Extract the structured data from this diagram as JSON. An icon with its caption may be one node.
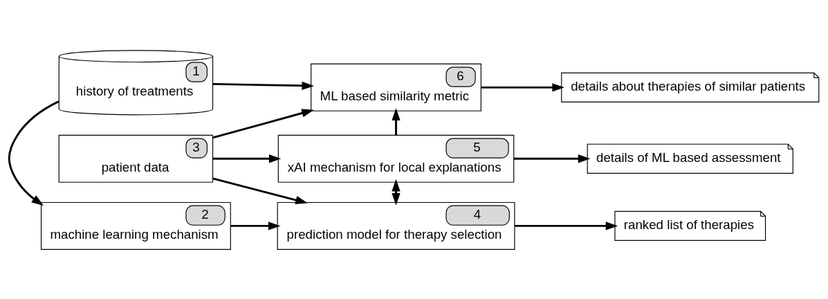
{
  "diagram": {
    "nodes": [
      {
        "text": [
          "1",
          "history of treatments"
        ]
      },
      {
        "text": [
          "2",
          "machine learning mechanism"
        ]
      },
      {
        "text": [
          "3",
          "patient data"
        ]
      },
      {
        "text": [
          "4",
          "prediction model for therapy selection"
        ]
      },
      {
        "text": [
          "5",
          "xAI mechanism for local explanations"
        ]
      },
      {
        "text": [
          "6",
          "ML based similarity metric"
        ]
      },
      {
        "text": [
          "ranked list of therapies"
        ]
      },
      {
        "text": [
          "details of ML based assessment"
        ]
      },
      {
        "text": [
          "details about therapies of similar patients"
        ]
      }
    ],
    "edges": [
      {
        "from": 0,
        "to": 1,
        "arrow": "to"
      },
      {
        "from": 1,
        "to": 3,
        "arrow": "to"
      },
      {
        "from": 2,
        "to": 3,
        "arrow": "to"
      },
      {
        "from": 2,
        "to": 4,
        "arrow": "to"
      },
      {
        "from": 2,
        "to": 5,
        "arrow": "to"
      },
      {
        "from": 0,
        "to": 5,
        "arrow": "to"
      },
      {
        "from": 3,
        "to": 4,
        "arrow": "both"
      },
      {
        "from": 4,
        "to": 5,
        "arrow": "to"
      },
      {
        "from": 3,
        "to": 6,
        "arrow": "to"
      },
      {
        "from": 4,
        "to": 7,
        "arrow": "to"
      },
      {
        "from": 5,
        "to": 8,
        "arrow": "to"
      }
    ]
  }
}
